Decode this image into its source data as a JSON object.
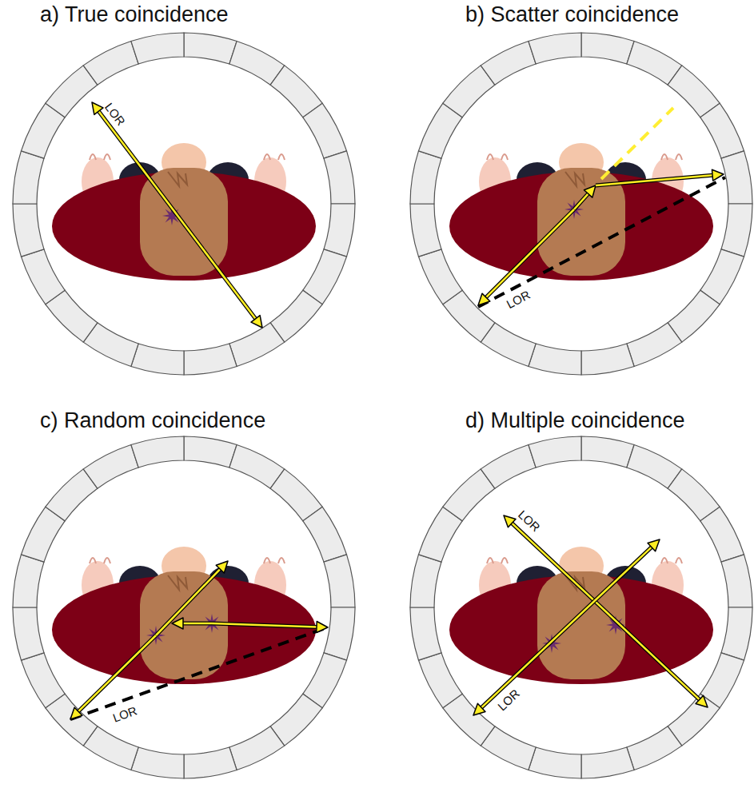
{
  "diagram": {
    "labels": [
      "a) True coincidence",
      "LOR",
      "b) Scatter coincidence",
      "LOR",
      "c) Random coincidence",
      "LOR",
      "d) Multiple coincidence",
      "LOR",
      "LOR"
    ]
  }
}
